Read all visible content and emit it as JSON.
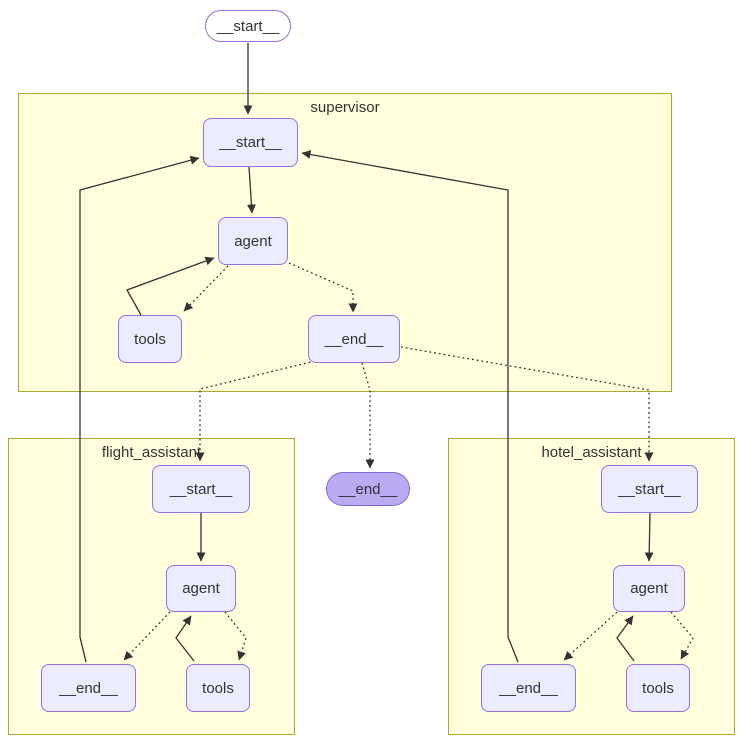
{
  "diagram": {
    "type": "state-graph",
    "outer": {
      "start": "__start__",
      "end": "__end__"
    },
    "clusters": {
      "supervisor": {
        "label": "supervisor",
        "nodes": {
          "start": "__start__",
          "agent": "agent",
          "tools": "tools",
          "end": "__end__"
        }
      },
      "flight_assistant": {
        "label": "flight_assistant",
        "nodes": {
          "start": "__start__",
          "agent": "agent",
          "tools": "tools",
          "end": "__end__"
        }
      },
      "hotel_assistant": {
        "label": "hotel_assistant",
        "nodes": {
          "start": "__start__",
          "agent": "agent",
          "tools": "tools",
          "end": "__end__"
        }
      }
    },
    "edges": [
      {
        "from": "__start__",
        "to": "supervisor.__start__",
        "style": "solid"
      },
      {
        "from": "supervisor.__start__",
        "to": "supervisor.agent",
        "style": "solid"
      },
      {
        "from": "supervisor.tools",
        "to": "supervisor.agent",
        "style": "solid"
      },
      {
        "from": "supervisor.agent",
        "to": "supervisor.tools",
        "style": "dotted"
      },
      {
        "from": "supervisor.agent",
        "to": "supervisor.__end__",
        "style": "dotted"
      },
      {
        "from": "supervisor.__end__",
        "to": "flight_assistant.__start__",
        "style": "dotted"
      },
      {
        "from": "supervisor.__end__",
        "to": "__end__",
        "style": "dotted"
      },
      {
        "from": "supervisor.__end__",
        "to": "hotel_assistant.__start__",
        "style": "dotted"
      },
      {
        "from": "flight_assistant.__start__",
        "to": "flight_assistant.agent",
        "style": "solid"
      },
      {
        "from": "flight_assistant.tools",
        "to": "flight_assistant.agent",
        "style": "solid"
      },
      {
        "from": "flight_assistant.agent",
        "to": "flight_assistant.tools",
        "style": "dotted"
      },
      {
        "from": "flight_assistant.agent",
        "to": "flight_assistant.__end__",
        "style": "dotted"
      },
      {
        "from": "flight_assistant.__end__",
        "to": "supervisor.__start__",
        "style": "solid"
      },
      {
        "from": "hotel_assistant.__start__",
        "to": "hotel_assistant.agent",
        "style": "solid"
      },
      {
        "from": "hotel_assistant.tools",
        "to": "hotel_assistant.agent",
        "style": "solid"
      },
      {
        "from": "hotel_assistant.agent",
        "to": "hotel_assistant.tools",
        "style": "dotted"
      },
      {
        "from": "hotel_assistant.agent",
        "to": "hotel_assistant.__end__",
        "style": "dotted"
      },
      {
        "from": "hotel_assistant.__end__",
        "to": "supervisor.__start__",
        "style": "solid"
      }
    ],
    "colors": {
      "cluster_fill": "#ffffde",
      "cluster_border": "#aaaa33",
      "node_fill": "#ececff",
      "node_border": "#9370db",
      "end_pill_fill": "#b9aaf2",
      "end_pill_border": "#8265d6",
      "edge": "#333333",
      "text": "#333333",
      "background": "#ffffff"
    }
  }
}
